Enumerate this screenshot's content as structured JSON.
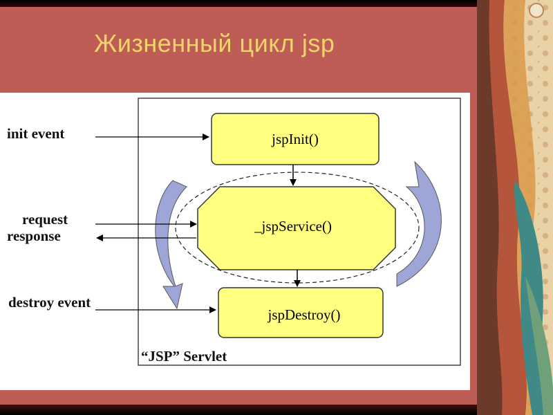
{
  "slide": {
    "title": "Жизненный цикл jsp"
  },
  "diagram": {
    "container_label": "“JSP” Servlet",
    "events": {
      "init": "init event",
      "request": "request",
      "response": "response",
      "destroy": "destroy event"
    },
    "methods": {
      "init": "jspInit()",
      "service": "_jspService()",
      "destroy": "jspDestroy()"
    },
    "colors": {
      "method_fill": "#ffff80",
      "cycle_arrow": "#9ea6d8",
      "title": "#f2d36b",
      "slide_background": "#bd5d56"
    }
  }
}
